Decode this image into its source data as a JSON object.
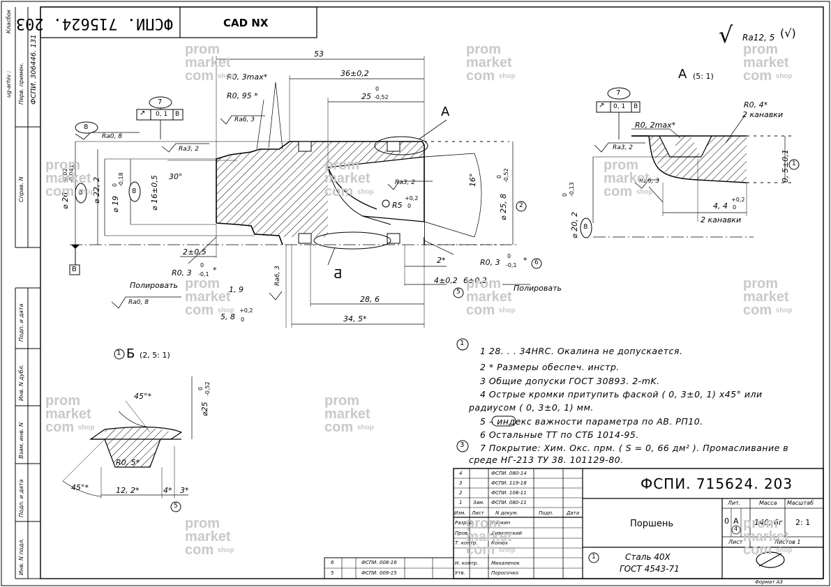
{
  "header": {
    "doc_number_rotated": "ФСПИ. 715624. 203",
    "cad_label": "CAD  NX",
    "side_top": "Класбок",
    "side_archive": "ug-arhiv :",
    "side_perv": "Перв.  примен.",
    "side_perv_value": "ФСПИ. 306446. 131",
    "side_sprav": "Справ.  N"
  },
  "roughness_general": "Ra12, 5",
  "view_a_label": "А",
  "view_a_scale": "(5: 1)",
  "view_b_label": "Б",
  "view_b_scale": "(2, 5: 1)",
  "dims_main": {
    "d53": "53",
    "d36": "36±0,2",
    "d25_base": "25",
    "d25_up": "0",
    "d25_low": "-0,52",
    "r03max": "R0, 3max*",
    "r095": "R0, 95 *",
    "ra63_top": "Ra6, 3",
    "ra08": "Ra0, 8",
    "ra32_top": "Ra3, 2",
    "bubble8": "8",
    "bubble7": "7",
    "tol_val": "0, 1",
    "tol_datum": "В",
    "ang30": "30°",
    "d26": "⌀ 26",
    "d26_up": "-0,02",
    "d26_low": "-0,041",
    "d22": "⌀ 22, 2",
    "d19": "⌀ 19",
    "d19_up": "0",
    "d19_low": "-0,18",
    "d16": "⌀ 16±0,5",
    "ra32_mid": "Ra3, 2",
    "r5": "R5",
    "r5_up": "+0,2",
    "r5_low": "0",
    "ang16": "16°",
    "d258": "⌀ 25, 8",
    "d258_up": "0",
    "d258_low": "-0,52",
    "circle2": "2",
    "label_a": "А",
    "label_b": "Б",
    "datum_b": "В",
    "d2_05": "2±0,5",
    "r03_left": "R0, 3",
    "r03_left_up": "0",
    "r03_left_low": "-0,1",
    "star": "*",
    "polir_left": "Полировать",
    "ra08_left": "Ra0, 8",
    "d19b": "1, 9",
    "d58": "5, 8",
    "d58_up": "+0,2",
    "d58_low": "0",
    "ra63_vert": "Ra6, 3",
    "d286": "28, 6",
    "d345": "34, 5*",
    "d2s": "2*",
    "d4_02": "4±0,2",
    "d6_02": "6±0,2",
    "circle5": "5",
    "r03_right": "R0, 3",
    "r03_right_up": "0",
    "r03_right_low": "-0,1",
    "circle6": "6",
    "polir_right": "Полировать"
  },
  "view_a": {
    "r04": "R0, 4*",
    "grooves_top": "2 канавки",
    "r02max": "R0, 2max*",
    "ra32": "Ra3, 2",
    "ra63": "Ra6, 3",
    "d05": "0, 5±0,1",
    "circle1": "1",
    "d202": "⌀ 20, 2",
    "d202_up": "0",
    "d202_low": "-0,13",
    "bubble8": "8",
    "d44": "4, 4",
    "d44_up": "+0,2",
    "d44_low": "0",
    "grooves_bottom": "2 канавки",
    "bubble7": "7",
    "tol_val": "0, 1",
    "tol_datum": "В"
  },
  "view_b": {
    "circle1": "1",
    "ang45_top": "45°*",
    "d25": "⌀25",
    "d25_up": "0",
    "d25_low": "-0,52",
    "r05": "R0, 5*",
    "ang45_bot": "45°*",
    "d122": "12, 2*",
    "d4": "4*",
    "d3": "3*",
    "circle5": "5"
  },
  "notes": [
    {
      "mark": "1",
      "text": "1  28. . . 34HRC.  Окалина не допускается."
    },
    {
      "mark": "",
      "text": "2  * Размеры обеспеч. инстр."
    },
    {
      "mark": "",
      "text": "3  Общие допуски ГОСТ 30893. 2-mK."
    },
    {
      "mark": "",
      "text": "4  Острые кромки притупить фаской ( 0, 3±0, 1) x45°  или"
    },
    {
      "mark": "",
      "text": "радиусом ( 0, 3±0, 1) мм."
    },
    {
      "mark": "",
      "text": "5            – индекс важности параметра по АВ. РП10."
    },
    {
      "mark": "",
      "text": "6  Остальные ТТ по СТБ 1014-95."
    },
    {
      "mark": "3",
      "text": "7  Покрытие:  Хим. Окс. прм.  ( S = 0, 66 дм² ).  Промасливание в"
    },
    {
      "mark": "",
      "text": "среде НГ-213  ТУ 38. 101129-80."
    }
  ],
  "title_block": {
    "number": "ФСПИ. 715624. 203",
    "name": "Поршень",
    "material_1": "Сталь 40Х",
    "material_2": "ГОСТ 4543-71",
    "circle_material": "1",
    "lit_header": "Лит.",
    "mass_header": "Масса",
    "scale_header": "Масштаб",
    "lit_0": "0",
    "lit_a": "А",
    "lit_circle": "4",
    "mass": "140, 6г",
    "scale": "2: 1",
    "sheet": "Лист",
    "sheets": "Листов  1",
    "format": "Формат  А3",
    "col_izm": "Изм.",
    "col_list": "Лист",
    "col_doc": "N  докум.",
    "col_sign": "Подп.",
    "col_date": "Дата",
    "razrab": "Разраб.",
    "razrab_name": "Тычкин",
    "prov": "Пров.",
    "prov_name": "Дивковский",
    "tkontr": "Т. контр.",
    "tkontr_name": "Конюх",
    "nkontr": "Н. контр.",
    "nkontr_name": "Михаленок",
    "utv": "Утв.",
    "utv_name": "Поросочко",
    "rev": [
      {
        "izm": "4",
        "list": "",
        "doc": "ФСПИ. 080-14"
      },
      {
        "izm": "3",
        "list": "",
        "doc": "ФСПИ. 119-18"
      },
      {
        "izm": "2",
        "list": "",
        "doc": "ФСПИ. 108-11"
      },
      {
        "izm": "1",
        "list": "Зам.",
        "doc": "ФСПИ. 080-11"
      }
    ],
    "rev_low": [
      {
        "izm": "6",
        "doc": "ФСПИ. 008-16"
      },
      {
        "izm": "5",
        "doc": "ФСПИ. 009-15"
      }
    ]
  },
  "left_strip": {
    "podp_data_1": "Подп.  и  дата",
    "inv_dubl": "Инв.  N  дубл.",
    "vzam_inv": "Взам.  инв.  N",
    "podp_data_2": "Подп.  и  дата",
    "inv_podl": "Инв.  N  подл."
  },
  "watermark": {
    "l1": "prom",
    "l2": "market",
    "l3": "com",
    "shop": "shop"
  }
}
